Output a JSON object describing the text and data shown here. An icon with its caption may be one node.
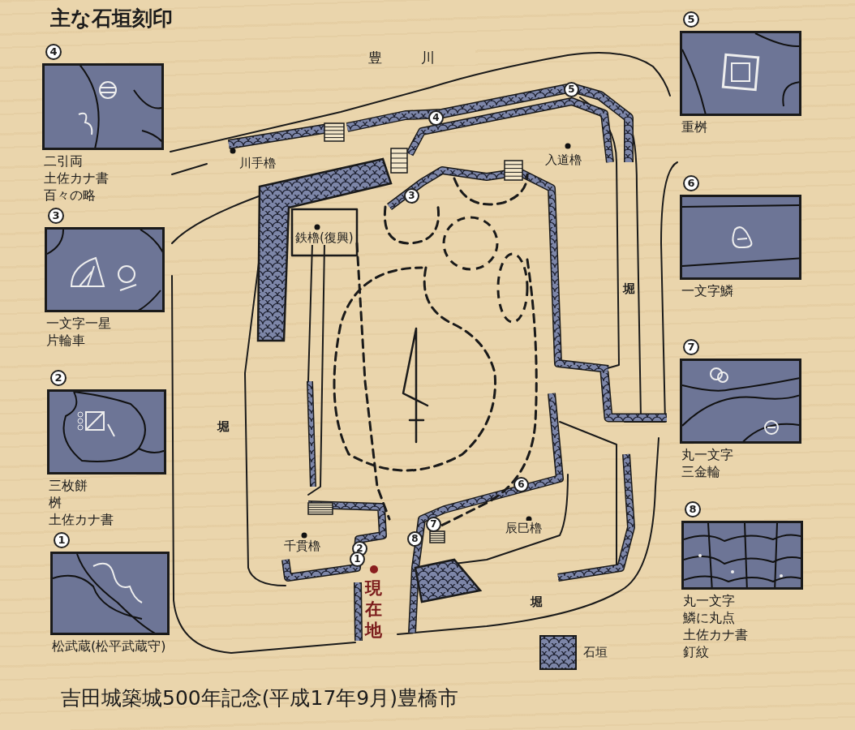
{
  "diagram": {
    "title": "主な石垣刻印",
    "caption": "吉田城築城500年記念(平成17年9月)豊橋市",
    "nodes": [
      {
        "text": [
          "4",
          "二引両",
          "土佐カナ書",
          "百々の略"
        ]
      },
      {
        "text": [
          "5",
          "重桝"
        ]
      },
      {
        "text": [
          "3",
          "一文字一星",
          "片輪車"
        ]
      },
      {
        "text": [
          "6",
          "一文字鱗"
        ]
      },
      {
        "text": [
          "2",
          "三枚餅",
          "桝",
          "土佐カナ書"
        ]
      },
      {
        "text": [
          "7",
          "丸一文字",
          "三金輪"
        ]
      },
      {
        "text": [
          "1",
          "松武蔵(松平武蔵守)"
        ]
      },
      {
        "text": [
          "8",
          "丸一文字",
          "鱗に丸点",
          "土佐カナ書",
          "釘紋"
        ]
      }
    ],
    "labels": [
      "豊川",
      "5",
      "4",
      "川手櫓",
      "入道櫓",
      "3",
      "鉄櫓(復興)",
      "堀",
      "堀",
      "6",
      "7",
      "8",
      "辰巳櫓",
      "千貫櫓",
      "2",
      "1",
      "現在地",
      "堀"
    ],
    "legend": [
      {
        "text": "石垣"
      }
    ]
  }
}
